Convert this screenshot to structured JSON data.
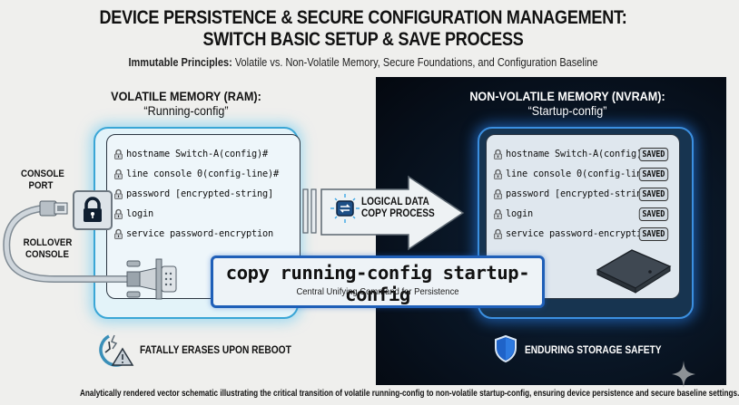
{
  "header": {
    "title_line1": "DEVICE PERSISTENCE & SECURE CONFIGURATION MANAGEMENT:",
    "title_line2": "SWITCH BASIC SETUP & SAVE PROCESS",
    "subtitle_label": "Immutable Principles:",
    "subtitle_text": " Volatile vs. Non-Volatile Memory, Secure Foundations, and Configuration Baseline"
  },
  "volatile": {
    "heading": "VOLATILE MEMORY (RAM):",
    "subheading": "“Running-config”",
    "commands": [
      "hostname Switch-A(config)#",
      "line console 0(config-line)#",
      "password [encrypted-string]",
      "login",
      "service password-encryption"
    ],
    "console_port_label": [
      "CONSOLE",
      "PORT"
    ],
    "rollover_label": [
      "ROLLOVER",
      "CONSOLE"
    ],
    "status_text": "FATALLY ERASES UPON REBOOT"
  },
  "nonvolatile": {
    "heading": "NON-VOLATILE MEMORY (NVRAM):",
    "subheading": "“Startup-config”",
    "commands": [
      "hostname Switch-A(config)#",
      "line console 0(config-line)#",
      "password [encrypted-string]",
      "login",
      "service password-encryption"
    ],
    "badge": "SAVED",
    "status_text": "ENDURING STORAGE SAFETY"
  },
  "transfer": {
    "arrow_label": [
      "LOGICAL DATA",
      "COPY PROCESS"
    ],
    "command": "copy running-config startup-config",
    "command_caption": "Central Unifying Command for Persistence"
  },
  "footnote": "Analytically rendered vector schematic illustrating the critical transition of volatile running-config to non-volatile startup-config, ensuring device persistence and secure baseline settings.",
  "colors": {
    "background": "#efefed",
    "dark_panel": "#07101c",
    "ram_glow": "#3aa6d6",
    "nvram_glow": "#3b8fe0",
    "command_border": "#1f5fb8"
  }
}
